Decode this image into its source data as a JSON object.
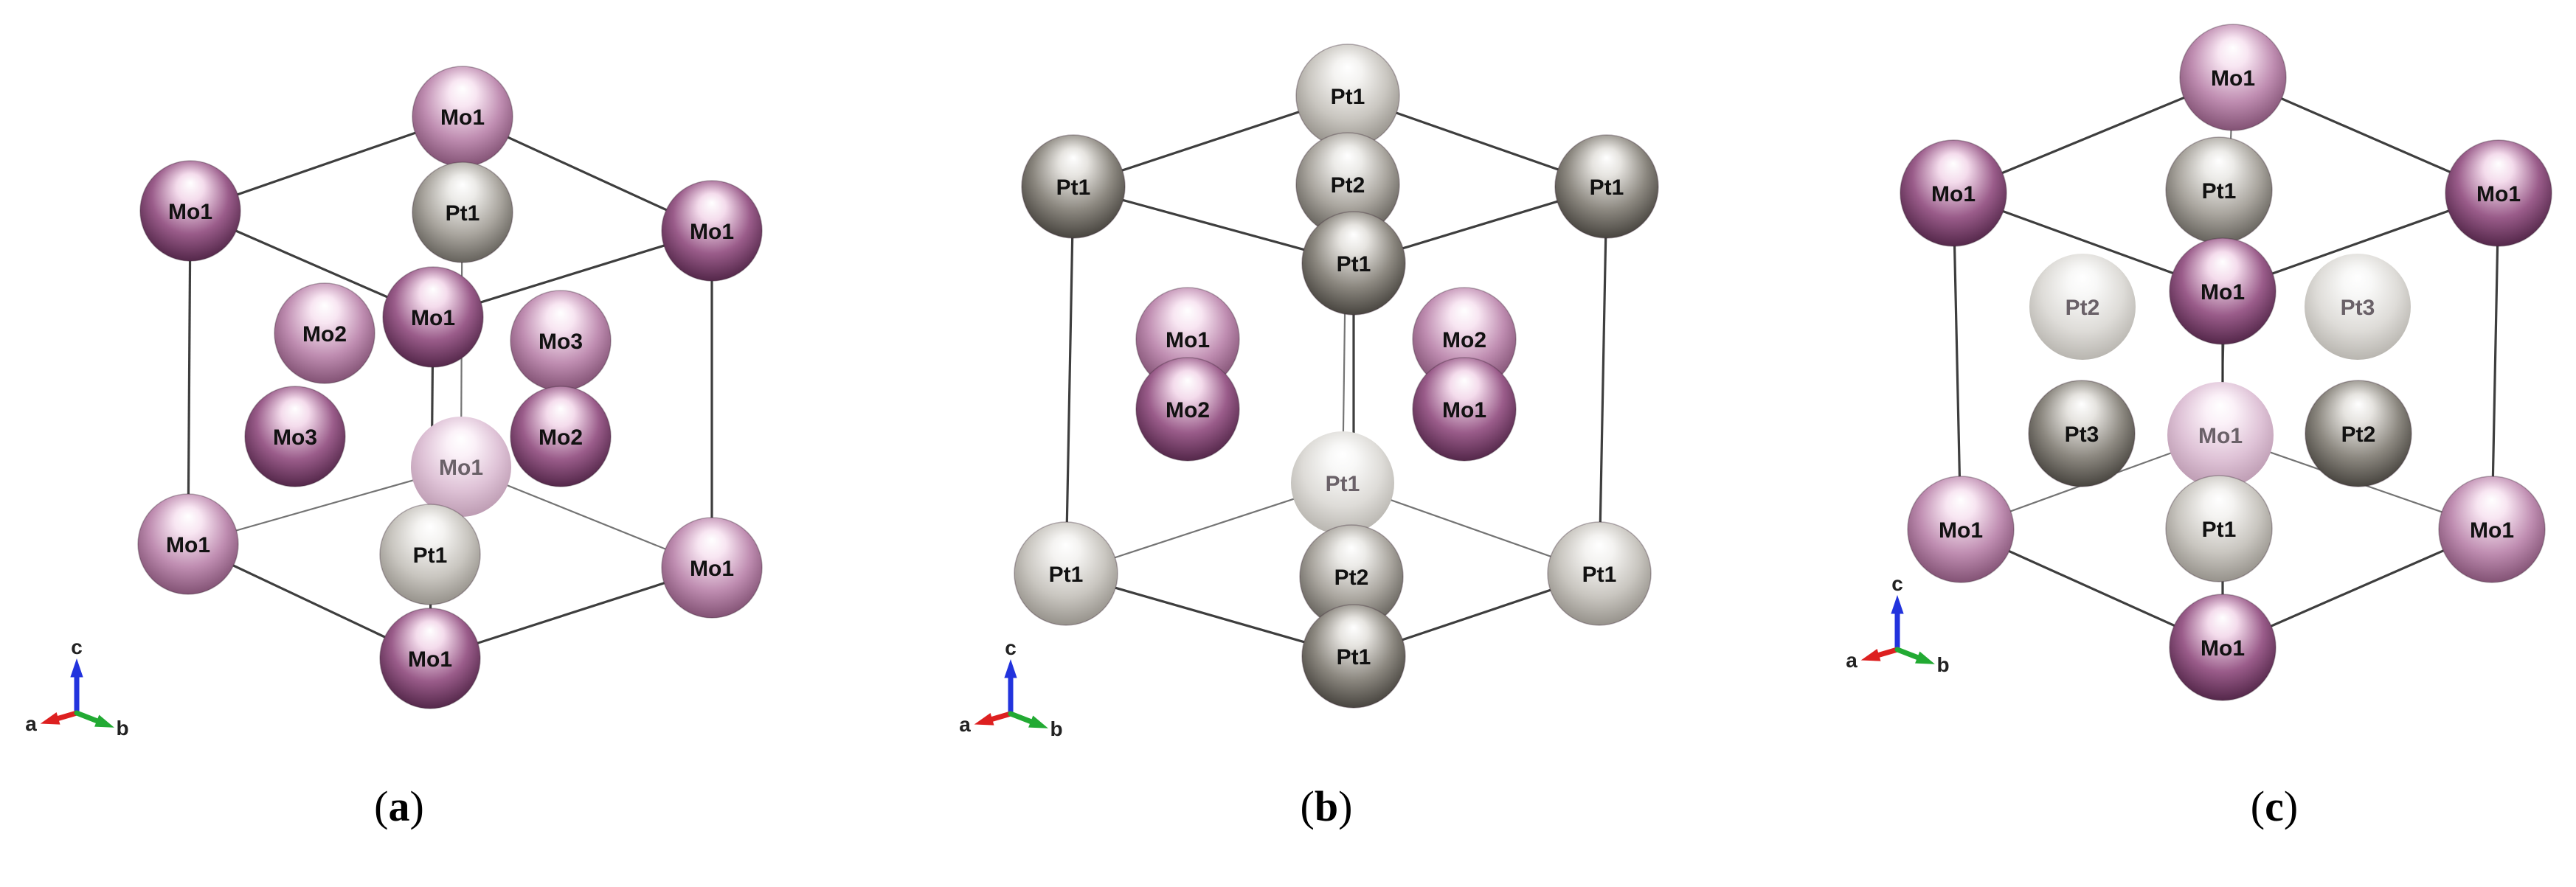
{
  "colors": {
    "mo": "#9a5c8a",
    "pt": "#9b978f",
    "edge": "#2a2a2a",
    "axis_a": "#dd2020",
    "axis_b": "#22aa33",
    "axis_c": "#2233dd"
  },
  "panels": [
    {
      "caption": {
        "open": "(",
        "letter": "a",
        "close": ")"
      },
      "axes": {
        "a": "a",
        "b": "b",
        "c": "c"
      },
      "atoms": [
        {
          "label": "Mo1",
          "element": "Mo",
          "depth": "back"
        },
        {
          "label": "Mo1",
          "element": "Mo",
          "depth": "front"
        },
        {
          "label": "Pt1",
          "element": "Pt",
          "depth": "mid"
        },
        {
          "label": "Mo1",
          "element": "Mo",
          "depth": "front"
        },
        {
          "label": "Mo2",
          "element": "Mo",
          "depth": "back"
        },
        {
          "label": "Mo1",
          "element": "Mo",
          "depth": "front"
        },
        {
          "label": "Mo3",
          "element": "Mo",
          "depth": "back"
        },
        {
          "label": "Mo3",
          "element": "Mo",
          "depth": "front"
        },
        {
          "label": "Mo1",
          "element": "Mo",
          "depth": "far"
        },
        {
          "label": "Mo2",
          "element": "Mo",
          "depth": "front"
        },
        {
          "label": "Mo1",
          "element": "Mo",
          "depth": "back"
        },
        {
          "label": "Pt1",
          "element": "Pt",
          "depth": "back"
        },
        {
          "label": "Mo1",
          "element": "Mo",
          "depth": "back"
        },
        {
          "label": "Mo1",
          "element": "Mo",
          "depth": "front"
        }
      ]
    },
    {
      "caption": {
        "open": "(",
        "letter": "b",
        "close": ")"
      },
      "axes": {
        "a": "a",
        "b": "b",
        "c": "c"
      },
      "atoms": [
        {
          "label": "Pt1",
          "element": "Pt",
          "depth": "back"
        },
        {
          "label": "Pt1",
          "element": "Pt",
          "depth": "front"
        },
        {
          "label": "Pt2",
          "element": "Pt",
          "depth": "mid"
        },
        {
          "label": "Pt1",
          "element": "Pt",
          "depth": "front"
        },
        {
          "label": "Pt1",
          "element": "Pt",
          "depth": "front"
        },
        {
          "label": "Mo1",
          "element": "Mo",
          "depth": "back"
        },
        {
          "label": "Mo2",
          "element": "Mo",
          "depth": "back"
        },
        {
          "label": "Mo2",
          "element": "Mo",
          "depth": "front"
        },
        {
          "label": "Mo1",
          "element": "Mo",
          "depth": "front"
        },
        {
          "label": "Pt1",
          "element": "Pt",
          "depth": "far"
        },
        {
          "label": "Pt1",
          "element": "Pt",
          "depth": "back"
        },
        {
          "label": "Pt2",
          "element": "Pt",
          "depth": "mid"
        },
        {
          "label": "Pt1",
          "element": "Pt",
          "depth": "back"
        },
        {
          "label": "Pt1",
          "element": "Pt",
          "depth": "front"
        }
      ]
    },
    {
      "caption": {
        "open": "(",
        "letter": "c",
        "close": ")"
      },
      "axes": {
        "a": "a",
        "b": "b",
        "c": "c"
      },
      "atoms": [
        {
          "label": "Mo1",
          "element": "Mo",
          "depth": "back"
        },
        {
          "label": "Mo1",
          "element": "Mo",
          "depth": "front"
        },
        {
          "label": "Pt1",
          "element": "Pt",
          "depth": "mid"
        },
        {
          "label": "Mo1",
          "element": "Mo",
          "depth": "front"
        },
        {
          "label": "Pt2",
          "element": "Pt",
          "depth": "far"
        },
        {
          "label": "Mo1",
          "element": "Mo",
          "depth": "front"
        },
        {
          "label": "Pt3",
          "element": "Pt",
          "depth": "far"
        },
        {
          "label": "Pt3",
          "element": "Pt",
          "depth": "front"
        },
        {
          "label": "Mo1",
          "element": "Mo",
          "depth": "far"
        },
        {
          "label": "Pt2",
          "element": "Pt",
          "depth": "front"
        },
        {
          "label": "Mo1",
          "element": "Mo",
          "depth": "back"
        },
        {
          "label": "Pt1",
          "element": "Pt",
          "depth": "back"
        },
        {
          "label": "Mo1",
          "element": "Mo",
          "depth": "back"
        },
        {
          "label": "Mo1",
          "element": "Mo",
          "depth": "front"
        }
      ]
    }
  ]
}
